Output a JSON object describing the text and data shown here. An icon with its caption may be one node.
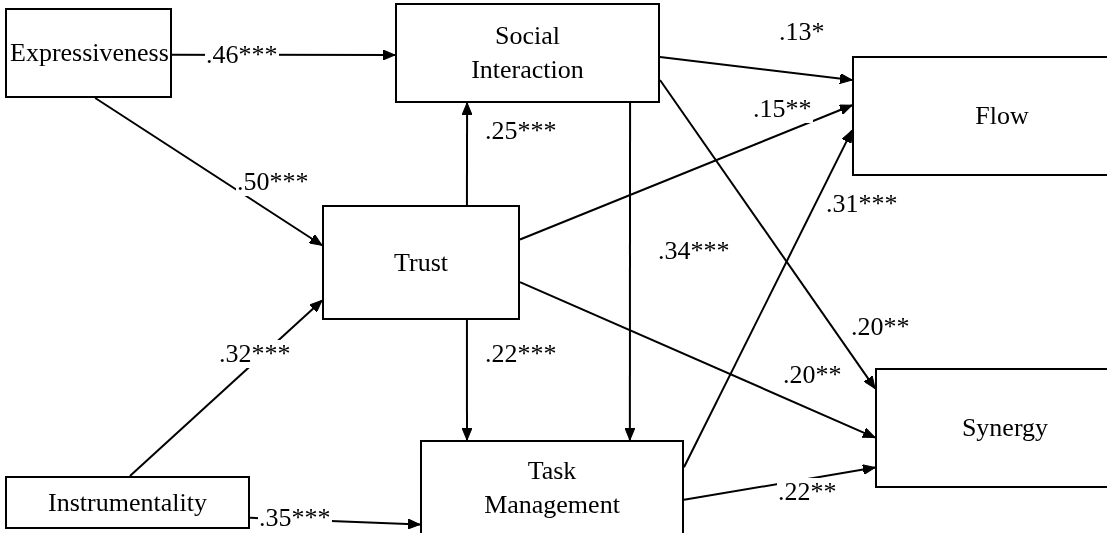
{
  "diagram": {
    "nodes": [
      {
        "text": [
          "Expressiveness"
        ]
      },
      {
        "text": [
          "Social Interaction"
        ]
      },
      {
        "text": [
          "Flow"
        ]
      },
      {
        "text": [
          "Trust"
        ]
      },
      {
        "text": [
          "Instrumentality"
        ]
      },
      {
        "text": [
          "Task Management"
        ]
      },
      {
        "text": [
          "Synergy"
        ]
      }
    ],
    "edges": [
      {
        "from": 0,
        "to": 1,
        "arrow": "to",
        "label": ".46***"
      },
      {
        "from": 0,
        "to": 3,
        "arrow": "to",
        "label": ".50***"
      },
      {
        "from": 1,
        "to": 2,
        "arrow": "to",
        "label": ".13*"
      },
      {
        "from": 1,
        "to": 6,
        "arrow": "to",
        "label": ".20**"
      },
      {
        "from": 1,
        "to": 5,
        "arrow": "to",
        "label": ".34***"
      },
      {
        "from": 3,
        "to": 1,
        "arrow": "to",
        "label": ".25***"
      },
      {
        "from": 3,
        "to": 2,
        "arrow": "to",
        "label": ".15**"
      },
      {
        "from": 3,
        "to": 6,
        "arrow": "to",
        "label": ".20**"
      },
      {
        "from": 3,
        "to": 5,
        "arrow": "to",
        "label": ".22***"
      },
      {
        "from": 4,
        "to": 3,
        "arrow": "to",
        "label": ".32***"
      },
      {
        "from": 4,
        "to": 5,
        "arrow": "to",
        "label": ".35***"
      },
      {
        "from": 5,
        "to": 2,
        "arrow": "to",
        "label": ".31***"
      },
      {
        "from": 5,
        "to": 6,
        "arrow": "to",
        "label": ".22**"
      }
    ]
  }
}
